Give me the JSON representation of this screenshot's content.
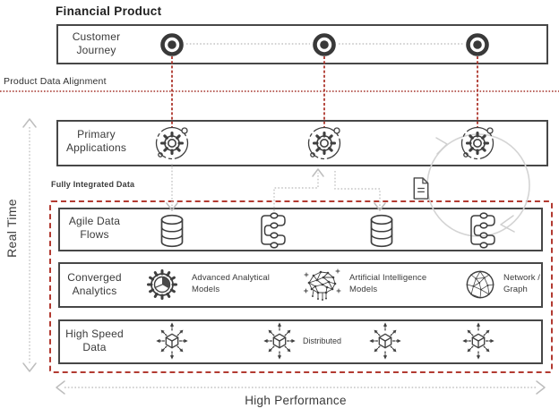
{
  "title": "Financial Product",
  "labels": {
    "product_data_alignment": "Product Data Alignment",
    "fully_integrated_data": "Fully Integrated Data",
    "real_time": "Real Time",
    "high_performance": "High Performance",
    "distributed": "Distributed"
  },
  "rows": {
    "customer_journey": {
      "line1": "Customer",
      "line2": "Journey"
    },
    "primary_applications": {
      "line1": "Primary",
      "line2": "Applications"
    },
    "agile_data_flows": {
      "line1": "Agile Data",
      "line2": "Flows"
    },
    "converged_analytics": {
      "line1": "Converged",
      "line2": "Analytics"
    },
    "high_speed_data": {
      "line1": "High Speed",
      "line2": "Data"
    }
  },
  "analytics": {
    "advanced": {
      "line1": "Advanced Analytical",
      "line2": "Models"
    },
    "ai": {
      "line1": "Artificial Intelligence",
      "line2": "Models"
    },
    "network": {
      "line1": "Network /",
      "line2": "Graph"
    }
  },
  "icons": {
    "customer_journey": "target-icon",
    "primary_applications": "app-gear-icon",
    "agile_data_flows": [
      "database-icon",
      "data-flow-loop-icon"
    ],
    "converged_analytics": [
      "gear-pie-chart-icon",
      "ai-brain-network-icon",
      "network-graph-sphere-icon"
    ],
    "high_speed_data": "distributed-cube-icon",
    "document": "document-icon"
  },
  "colors": {
    "box_border": "#474747",
    "red_accent": "#ae372e",
    "connector_gray": "#c4c4c4",
    "icon_stroke": "#3f3f3f",
    "text": "#3a3a3a"
  }
}
